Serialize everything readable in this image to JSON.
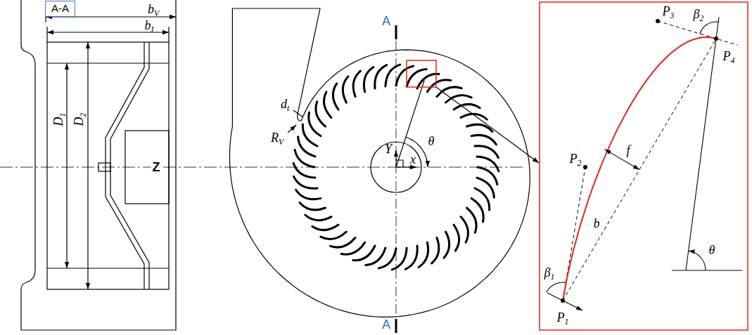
{
  "diagram": {
    "nodes": [
      {
        "text": [
          "A-A"
        ]
      }
    ],
    "labels": [
      "bV",
      "bI",
      "D1",
      "D2",
      "Z",
      "A",
      "A",
      "dt",
      "RV",
      "θ",
      "Y",
      "x",
      "P2",
      "P3",
      "f",
      "β2",
      "P4",
      "β1",
      "b",
      "P1",
      "θ"
    ]
  }
}
